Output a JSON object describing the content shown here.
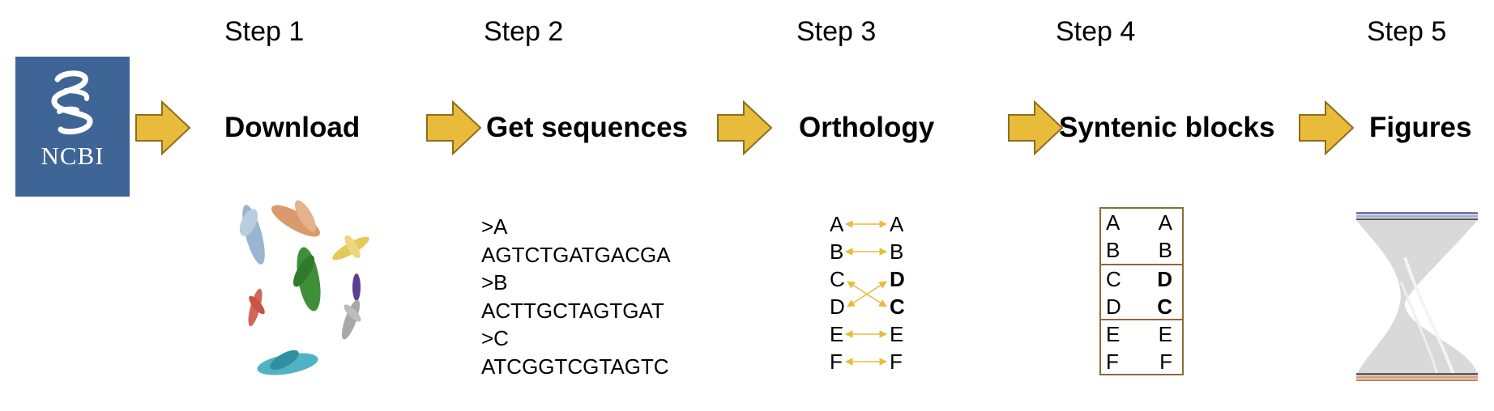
{
  "steps": [
    {
      "number": "Step 1",
      "title": "Download"
    },
    {
      "number": "Step 2",
      "title": "Get sequences"
    },
    {
      "number": "Step 3",
      "title": "Orthology"
    },
    {
      "number": "Step 4",
      "title": "Syntenic blocks"
    },
    {
      "number": "Step 5",
      "title": "Figures"
    }
  ],
  "logo": {
    "text": "NCBI",
    "color": "#3f6596"
  },
  "colors": {
    "arrow_fill": "#e8bc3a",
    "arrow_stroke": "#8f6d1e",
    "orthology_arrow": "#e8bc3a",
    "block_border": "#8b6b38"
  },
  "sequences": [
    ">A",
    "AGTCTGATGACGA",
    ">B",
    "ACTTGCTAGTGAT",
    ">C",
    "ATCGGTCGTAGTC"
  ],
  "orthology": {
    "left": [
      "A",
      "B",
      "C",
      "D",
      "E",
      "F"
    ],
    "right": [
      "A",
      "B",
      "D",
      "C",
      "E",
      "F"
    ],
    "bold_right": [
      "D",
      "C"
    ]
  },
  "syntenic_blocks": [
    [
      {
        "left": "A",
        "right": "A",
        "bold": false
      },
      {
        "left": "B",
        "right": "B",
        "bold": false
      }
    ],
    [
      {
        "left": "C",
        "right": "D",
        "bold": true
      },
      {
        "left": "D",
        "right": "C",
        "bold": true
      }
    ],
    [
      {
        "left": "E",
        "right": "E",
        "bold": false
      },
      {
        "left": "F",
        "right": "F",
        "bold": false
      }
    ]
  ]
}
